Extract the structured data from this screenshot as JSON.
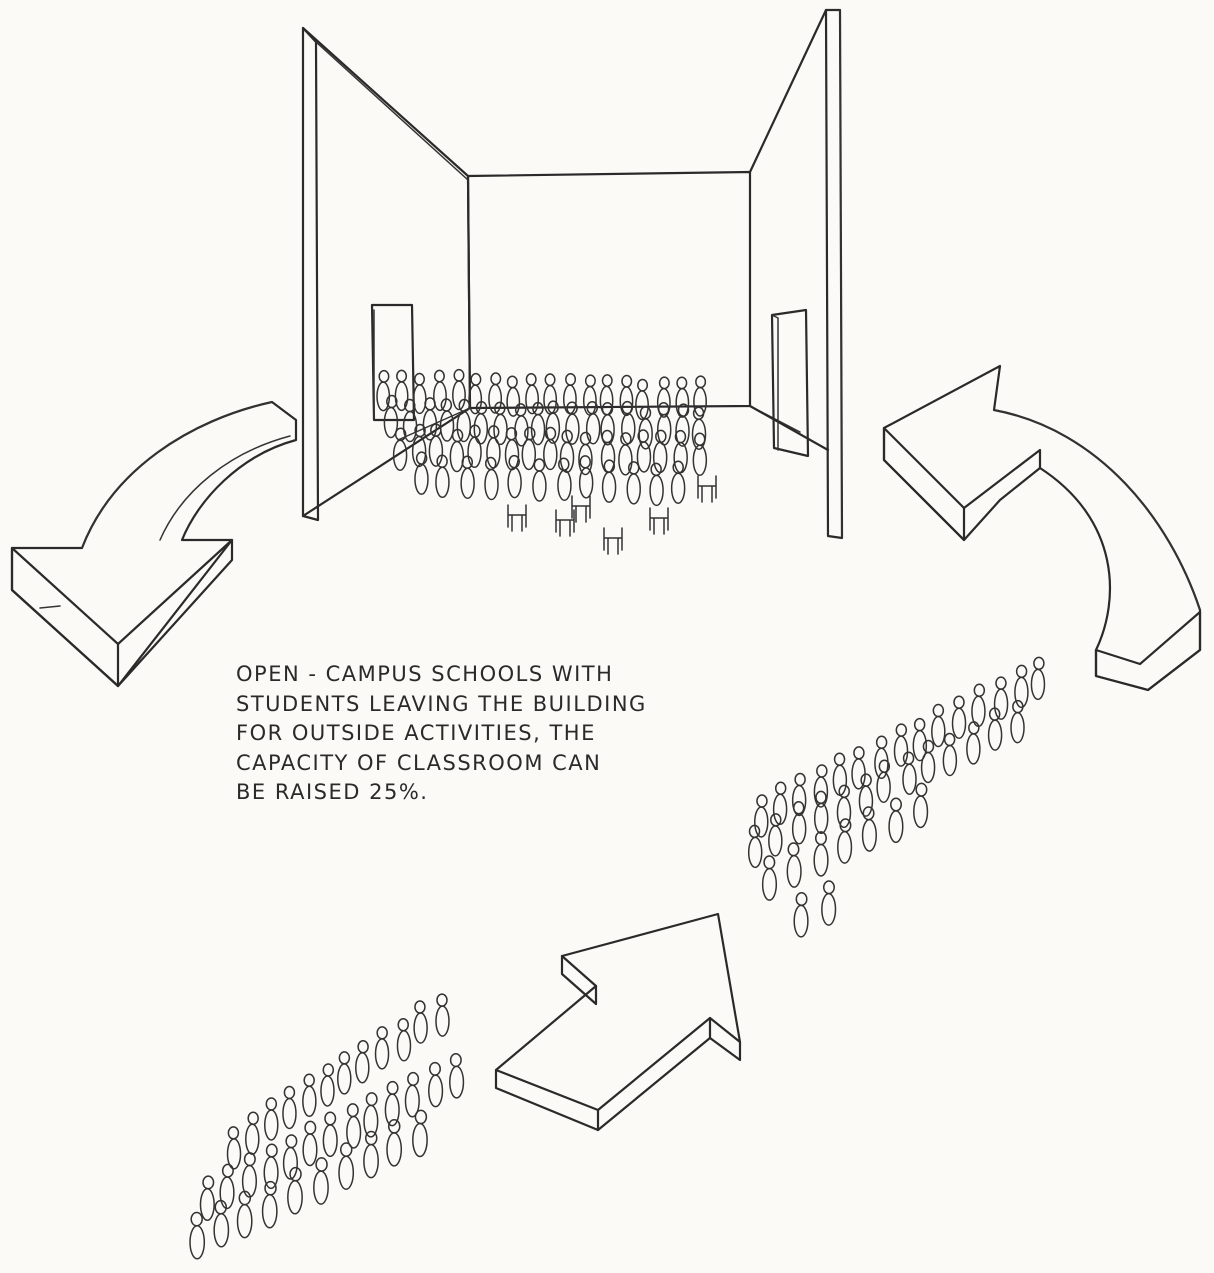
{
  "caption": {
    "lines": [
      "OPEN - CAMPUS SCHOOLS WITH",
      "STUDENTS LEAVING THE BUILDING",
      "FOR OUTSIDE ACTIVITIES, THE",
      "CAPACITY OF CLASSROOM CAN",
      "BE RAISED 25%."
    ]
  },
  "colors": {
    "paper": "#fbfaf6",
    "ink": "#2a2a2a"
  },
  "icons": {
    "classroom": "open-room-sketch-icon",
    "exit_arrow": "curved-arrow-left-icon",
    "return_arrow": "curved-arrow-right-icon",
    "flow_arrow": "arrow-up-right-icon",
    "students": "student-group-sketch-icon"
  }
}
